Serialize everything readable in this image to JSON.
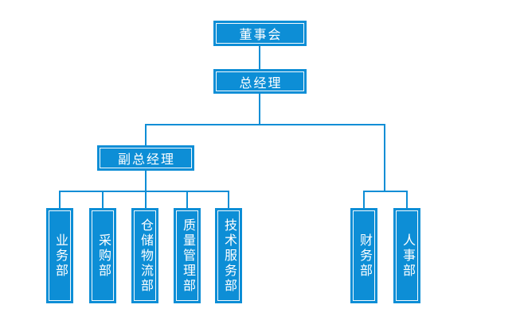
{
  "page": {
    "background_color": "#ffffff"
  },
  "org_chart": {
    "accent_color": "#0d8ed6",
    "node_text_color": "#ffffff",
    "nodes": {
      "board": {
        "label": "董事会"
      },
      "general_manager": {
        "label": "总经理"
      },
      "deputy_general_manager": {
        "label": "副总经理"
      },
      "left_departments": [
        {
          "label": "业务部"
        },
        {
          "label": "采购部"
        },
        {
          "label": "仓储物流部"
        },
        {
          "label": "质量管理部"
        },
        {
          "label": "技术服务部"
        }
      ],
      "right_departments": [
        {
          "label": "财务部"
        },
        {
          "label": "人事部"
        }
      ]
    },
    "hierarchy": {
      "董事会": [
        "总经理"
      ],
      "总经理": [
        "副总经理",
        "财务部",
        "人事部"
      ],
      "副总经理": [
        "业务部",
        "采购部",
        "仓储物流部",
        "质量管理部",
        "技术服务部"
      ]
    }
  }
}
